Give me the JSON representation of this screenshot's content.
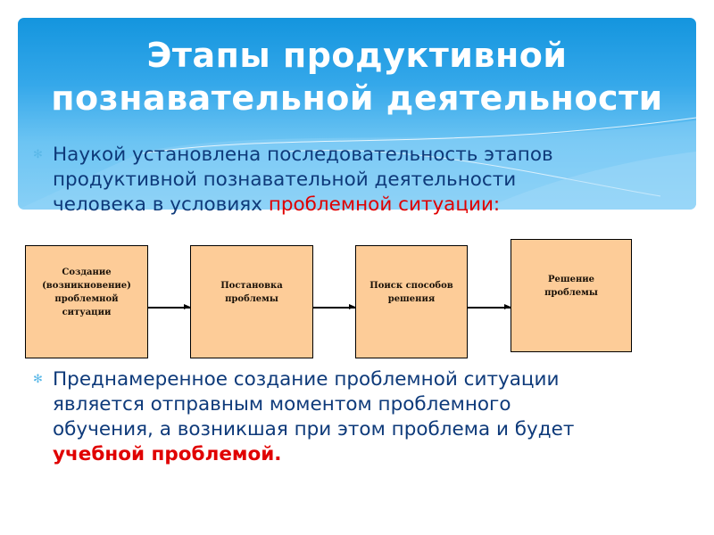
{
  "slide": {
    "title_lines": [
      "Этапы продуктивной",
      "познавательной деятельности"
    ],
    "bullet_icon": "asterisk-bullet-icon",
    "intro": {
      "text": "Наукой установлена последовательность этапов продуктивной познавательной деятельности человека в условиях ",
      "lines": [
        "Наукой установлена последовательность этапов",
        "продуктивной познавательной деятельности",
        "человека в условиях "
      ],
      "highlight": "проблемной ситуации:"
    },
    "diagram": {
      "boxes": [
        {
          "lines": [
            "Создание",
            "(возникновение)",
            "проблемной",
            "ситуации"
          ]
        },
        {
          "lines": [
            "Постановка",
            "проблемы"
          ]
        },
        {
          "lines": [
            "Поиск способов",
            "решения"
          ]
        },
        {
          "lines": [
            "Решение",
            "проблемы"
          ]
        }
      ],
      "box_fill": "#fdcc98",
      "arrows": 3
    },
    "conclusion": {
      "lines": [
        "Преднамеренное создание проблемной ситуации",
        "является отправным моментом проблемного",
        "обучения, а возникшая при этом проблема и будет"
      ],
      "highlight": "учебной проблемой."
    },
    "colors": {
      "banner_top": "#1495de",
      "banner_bottom": "#88d0f6",
      "body_text": "#0e3a7a",
      "highlight": "#e00000"
    }
  }
}
